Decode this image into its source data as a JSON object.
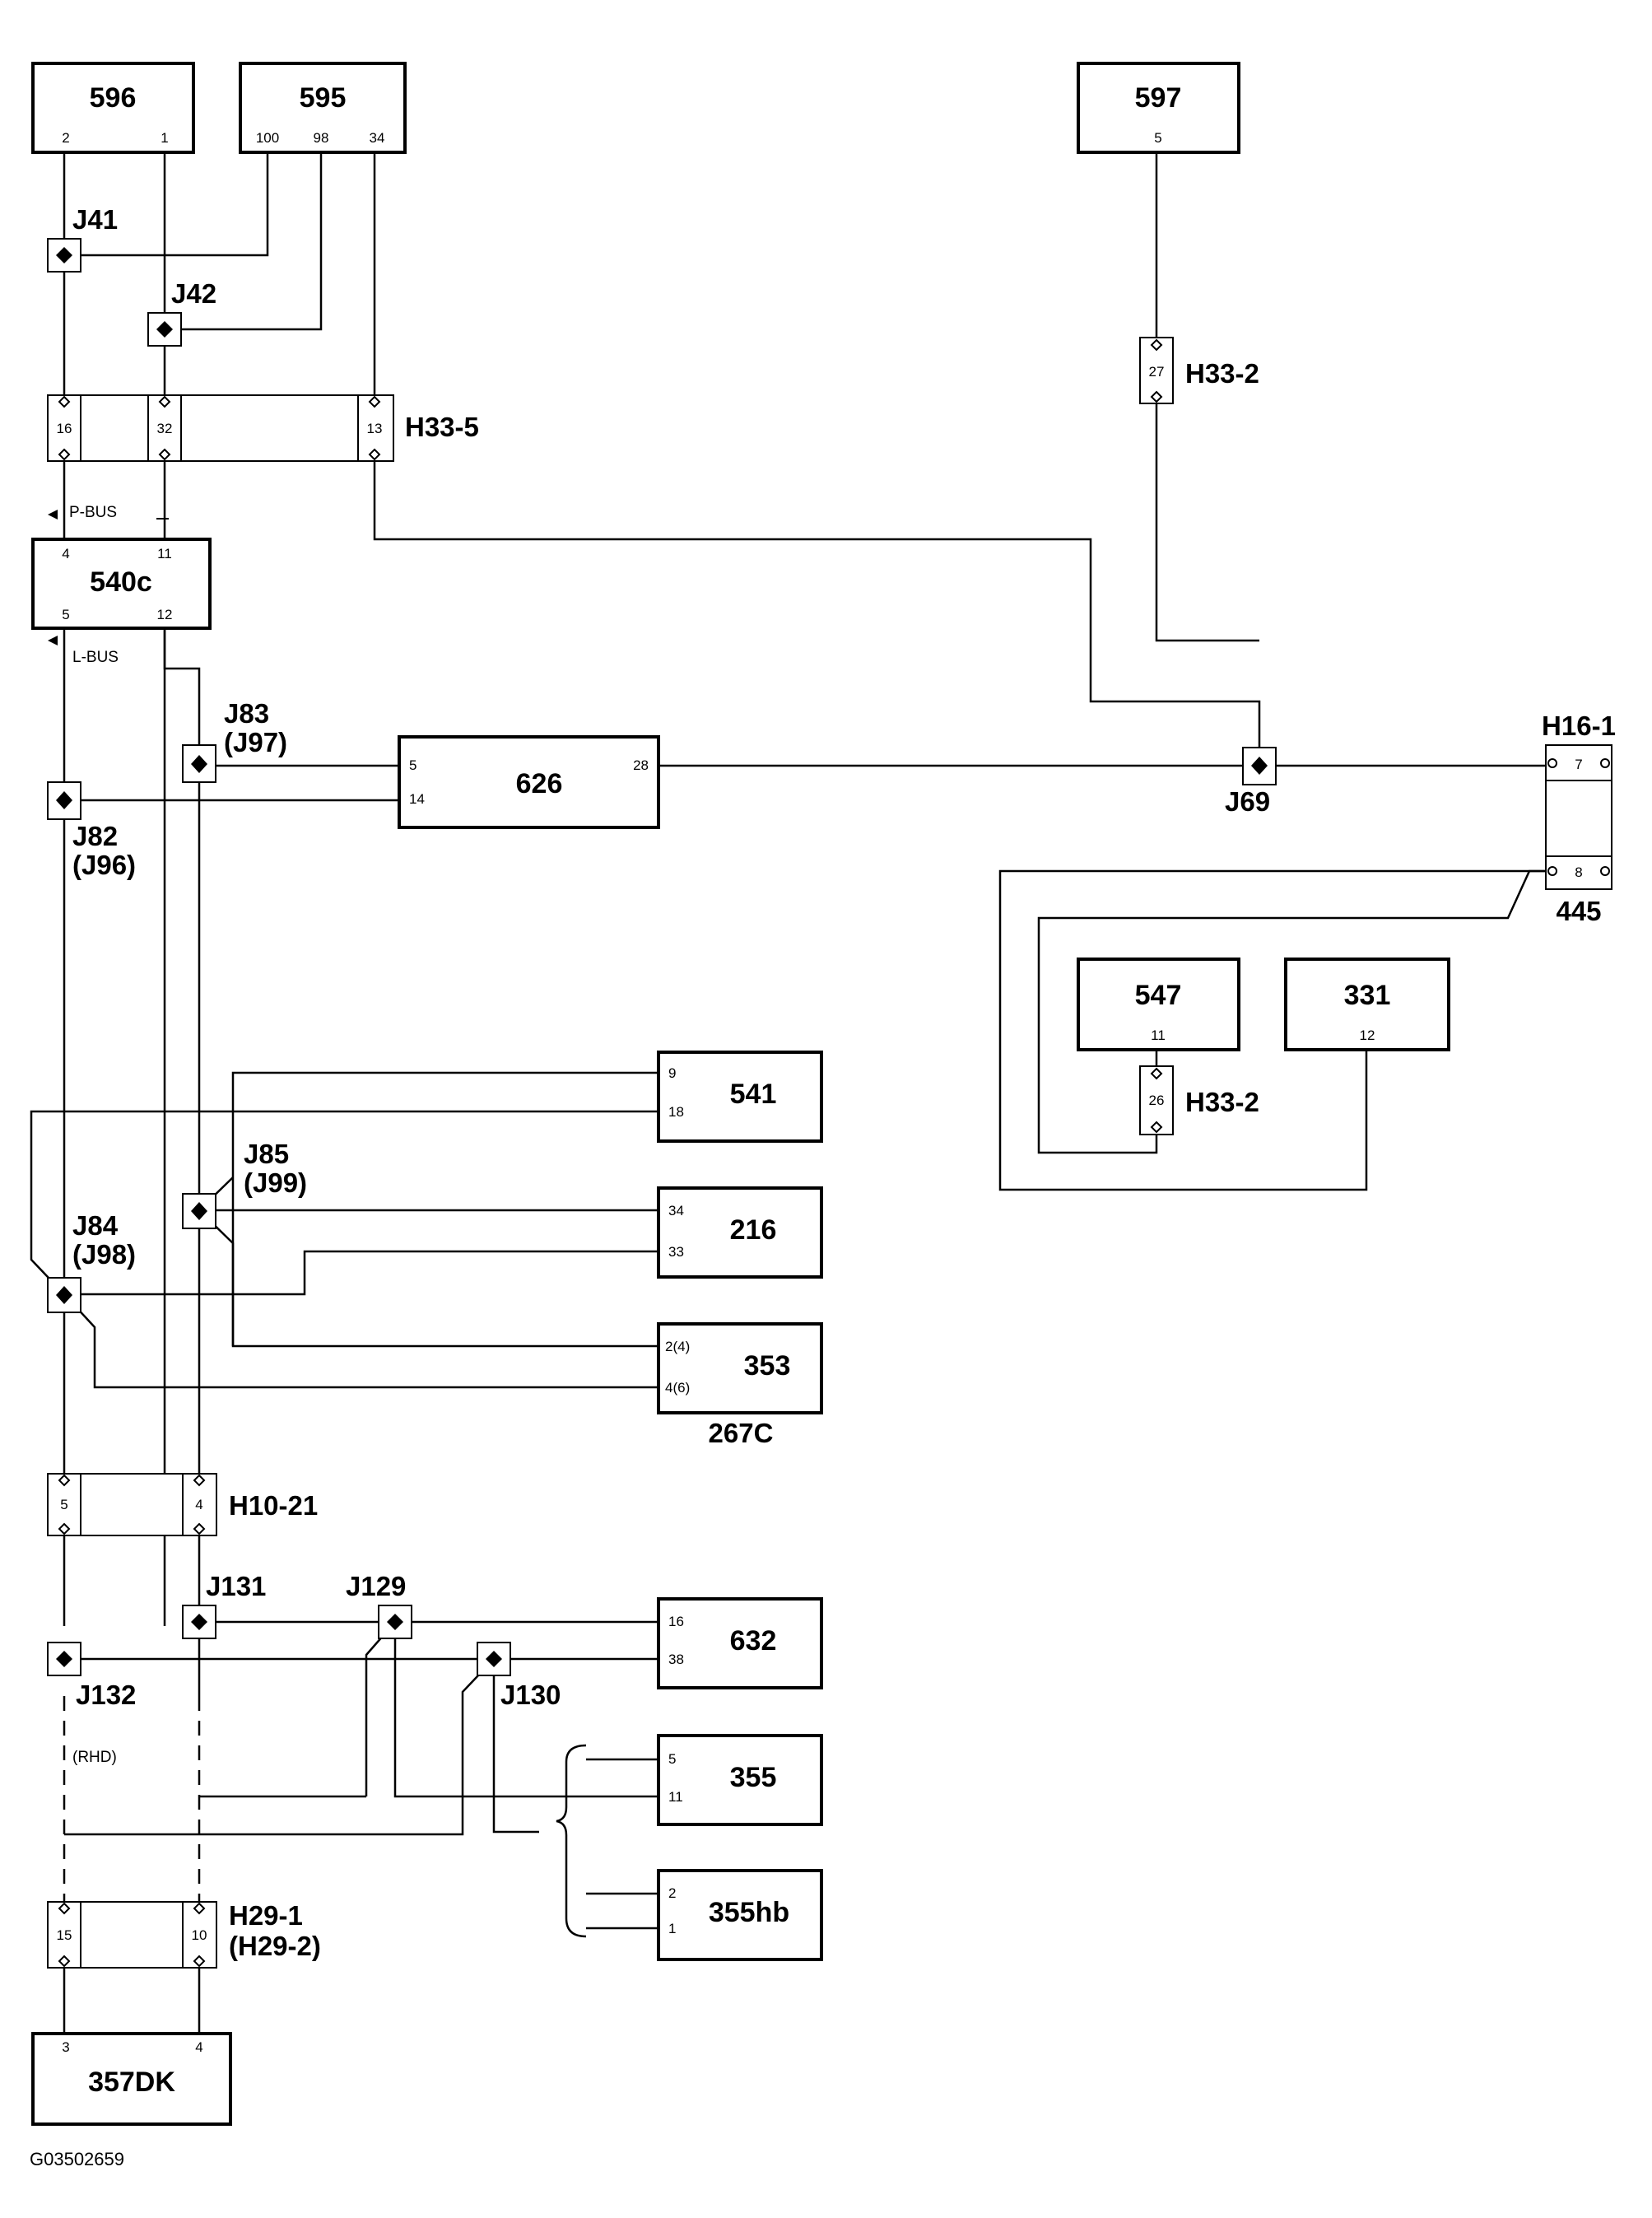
{
  "components": {
    "c596": {
      "label": "596",
      "pins": [
        "2",
        "1"
      ]
    },
    "c595": {
      "label": "595",
      "pins": [
        "100",
        "98",
        "34"
      ]
    },
    "c597": {
      "label": "597",
      "pins": [
        "5"
      ]
    },
    "c540c": {
      "label": "540c",
      "pins_top": [
        "4",
        "11"
      ],
      "pins_bottom": [
        "5",
        "12"
      ]
    },
    "c626": {
      "label": "626",
      "pins_left": [
        "5",
        "14"
      ],
      "pin_right": "28"
    },
    "c541": {
      "label": "541",
      "pins": [
        "9",
        "18"
      ]
    },
    "c216": {
      "label": "216",
      "pins": [
        "34",
        "33"
      ]
    },
    "c353": {
      "label": "353",
      "pins": [
        "2(4)",
        "4(6)"
      ],
      "sublabel": "267C"
    },
    "c547": {
      "label": "547",
      "pins": [
        "11"
      ]
    },
    "c331": {
      "label": "331",
      "pins": [
        "12"
      ]
    },
    "c632": {
      "label": "632",
      "pins": [
        "16",
        "38"
      ]
    },
    "c355": {
      "label": "355",
      "pins": [
        "5",
        "11"
      ]
    },
    "c355hb": {
      "label": "355hb",
      "pins": [
        "2",
        "1"
      ]
    },
    "c357DK": {
      "label": "357DK",
      "pins": [
        "3",
        "4"
      ]
    },
    "c445": {
      "label": "445",
      "pins_top": [
        "7"
      ],
      "pins_bottom": [
        "8"
      ]
    }
  },
  "connectors": {
    "h33_5": {
      "label": "H33-5",
      "pins": [
        "16",
        "32",
        "13"
      ]
    },
    "h33_2_top": {
      "label": "H33-2",
      "pin": "27"
    },
    "h33_2_mid": {
      "label": "H33-2",
      "pin": "26"
    },
    "h16_1": {
      "label": "H16-1"
    },
    "h10_21": {
      "label": "H10-21",
      "pins": [
        "5",
        "4"
      ]
    },
    "h29_1": {
      "label": "H29-1",
      "alt": "(H29-2)",
      "pins": [
        "15",
        "10"
      ]
    }
  },
  "junctions": {
    "j41": "J41",
    "j42": "J42",
    "j83": "J83",
    "j83_alt": "(J97)",
    "j82": "J82",
    "j82_alt": "(J96)",
    "j69": "J69",
    "j85": "J85",
    "j85_alt": "(J99)",
    "j84": "J84",
    "j84_alt": "(J98)",
    "j131": "J131",
    "j129": "J129",
    "j132": "J132",
    "j130": "J130"
  },
  "bus_labels": {
    "p_bus": "P-BUS",
    "l_bus": "L-BUS"
  },
  "rhd_note": "(RHD)",
  "figure_id": "G03502659"
}
